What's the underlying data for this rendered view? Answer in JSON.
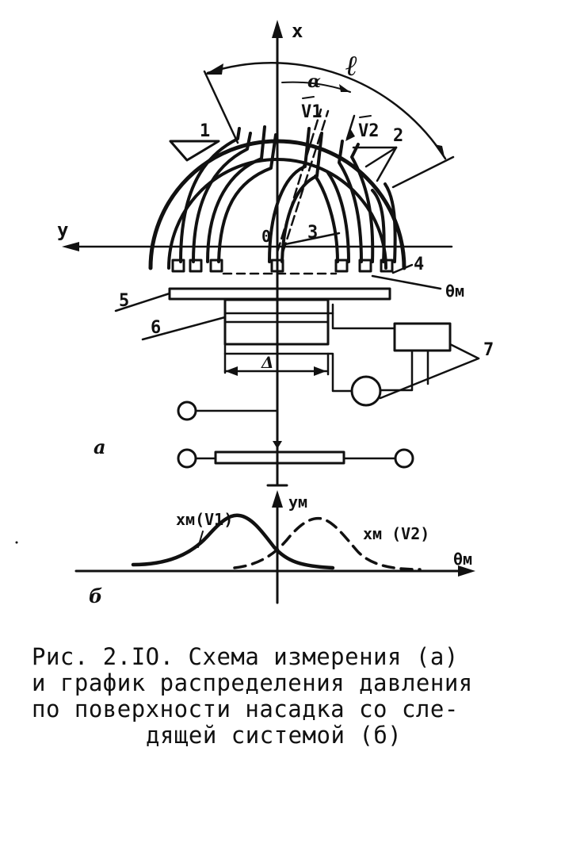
{
  "labels": {
    "axis_x": "x",
    "axis_y": "y",
    "origin": "0",
    "arc_l": "ℓ",
    "alpha": "α",
    "v1": "V1",
    "v2": "V2",
    "n1": "1",
    "n2": "2",
    "n3": "3",
    "n4": "4",
    "n5": "5",
    "n6": "6",
    "n7": "7",
    "theta_m": "θм",
    "delta": "Δ",
    "part_a": "а",
    "part_b": "б",
    "axis_ym": "yм",
    "axis_theta_m": "θм",
    "curve1": "xм(V1)",
    "curve2": "xм (V2)"
  },
  "caption": {
    "line1": "Рис. 2.IO. Схема измерения (а)",
    "line2": "и график распределения давления",
    "line3": "по поверхности насадка со сле-",
    "line4": "дящей системой (б)"
  },
  "chart_data": {
    "type": "line",
    "xlabel": "θм",
    "ylabel": "yм",
    "series": [
      {
        "name": "xм(V1)",
        "style": "solid"
      },
      {
        "name": "xм (V2)",
        "style": "dashed"
      }
    ]
  }
}
